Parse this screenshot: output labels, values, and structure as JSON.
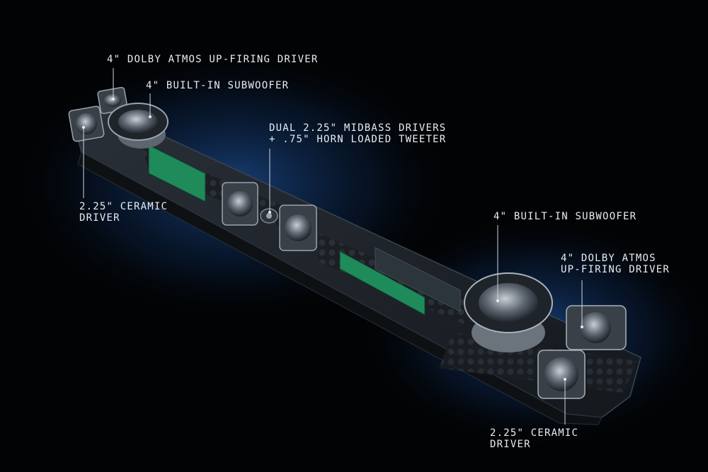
{
  "callouts": [
    {
      "id": "left-atmos",
      "lines": [
        "4\" DOLBY ATMOS UP-FIRING DRIVER"
      ]
    },
    {
      "id": "left-sub",
      "lines": [
        "4\" BUILT-IN SUBWOOFER"
      ]
    },
    {
      "id": "midbass",
      "lines": [
        "DUAL 2.25\" MIDBASS DRIVERS",
        "+ .75\" HORN LOADED TWEETER"
      ]
    },
    {
      "id": "left-ceramic",
      "lines": [
        "2.25\" CERAMIC",
        "DRIVER"
      ]
    },
    {
      "id": "right-sub",
      "lines": [
        "4\" BUILT-IN SUBWOOFER"
      ]
    },
    {
      "id": "right-atmos",
      "lines": [
        "4\" DOLBY ATMOS",
        "UP-FIRING DRIVER"
      ]
    },
    {
      "id": "right-ceramic",
      "lines": [
        "2.25\" CERAMIC",
        "DRIVER"
      ]
    }
  ],
  "colors": {
    "background": "#020304",
    "glow": "#1e5fb8",
    "pcb": "#1f8a5a",
    "label": "#e8edf2"
  }
}
